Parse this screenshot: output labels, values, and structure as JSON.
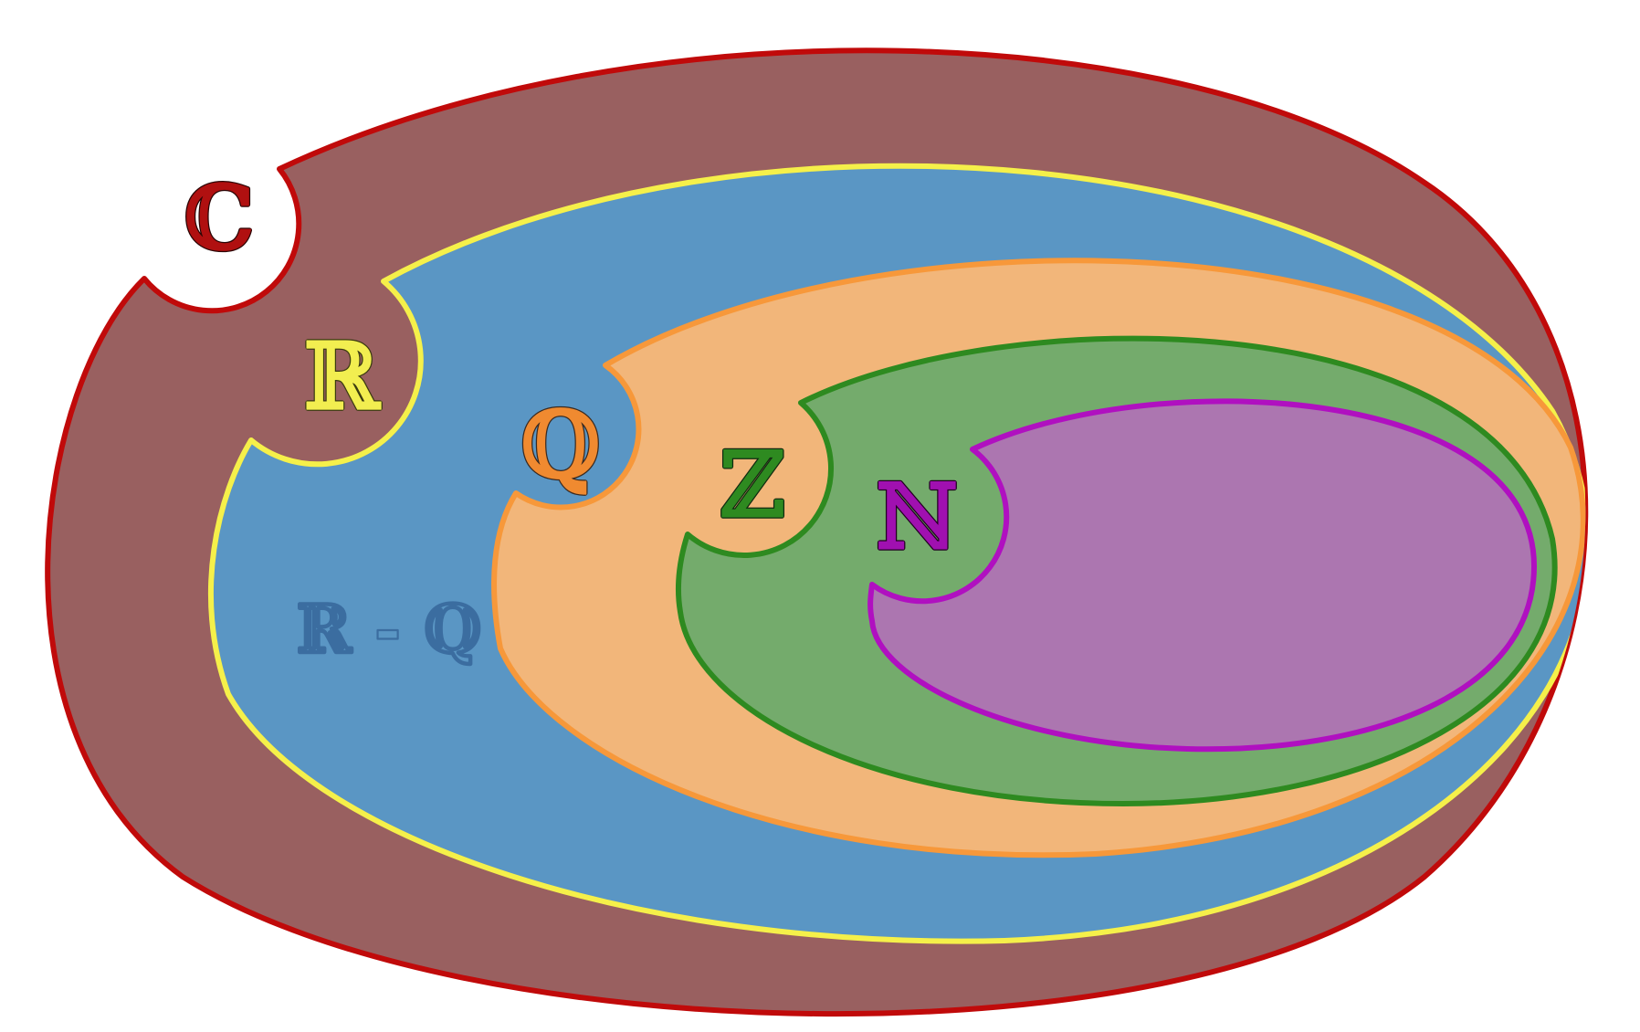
{
  "diagram": {
    "sets": [
      {
        "id": "complex",
        "label": "ℂ",
        "fill": "#996060",
        "stroke": "#c00a0a",
        "label_fill": "#b01010",
        "label_stroke": "#2a0505"
      },
      {
        "id": "real",
        "label": "ℝ",
        "fill": "#5a96c4",
        "stroke": "#f5f04a",
        "label_fill": "#f2ee50",
        "label_stroke": "#3a3a10"
      },
      {
        "id": "rational",
        "label": "ℚ",
        "fill": "#f2b67a",
        "stroke": "#f7983a",
        "label_fill": "#f08a30",
        "label_stroke": "#3a2a20"
      },
      {
        "id": "integer",
        "label": "ℤ",
        "fill": "#74ab6c",
        "stroke": "#2e8a20",
        "label_fill": "#2e8a20",
        "label_stroke": "#102a10"
      },
      {
        "id": "natural",
        "label": "ℕ",
        "fill": "#ac76b0",
        "stroke": "#b010c0",
        "label_fill": "#a010b0",
        "label_stroke": "#200020"
      }
    ],
    "irrational_label": "ℝ - ℚ",
    "irrational_label_color": "#3b6da0"
  }
}
